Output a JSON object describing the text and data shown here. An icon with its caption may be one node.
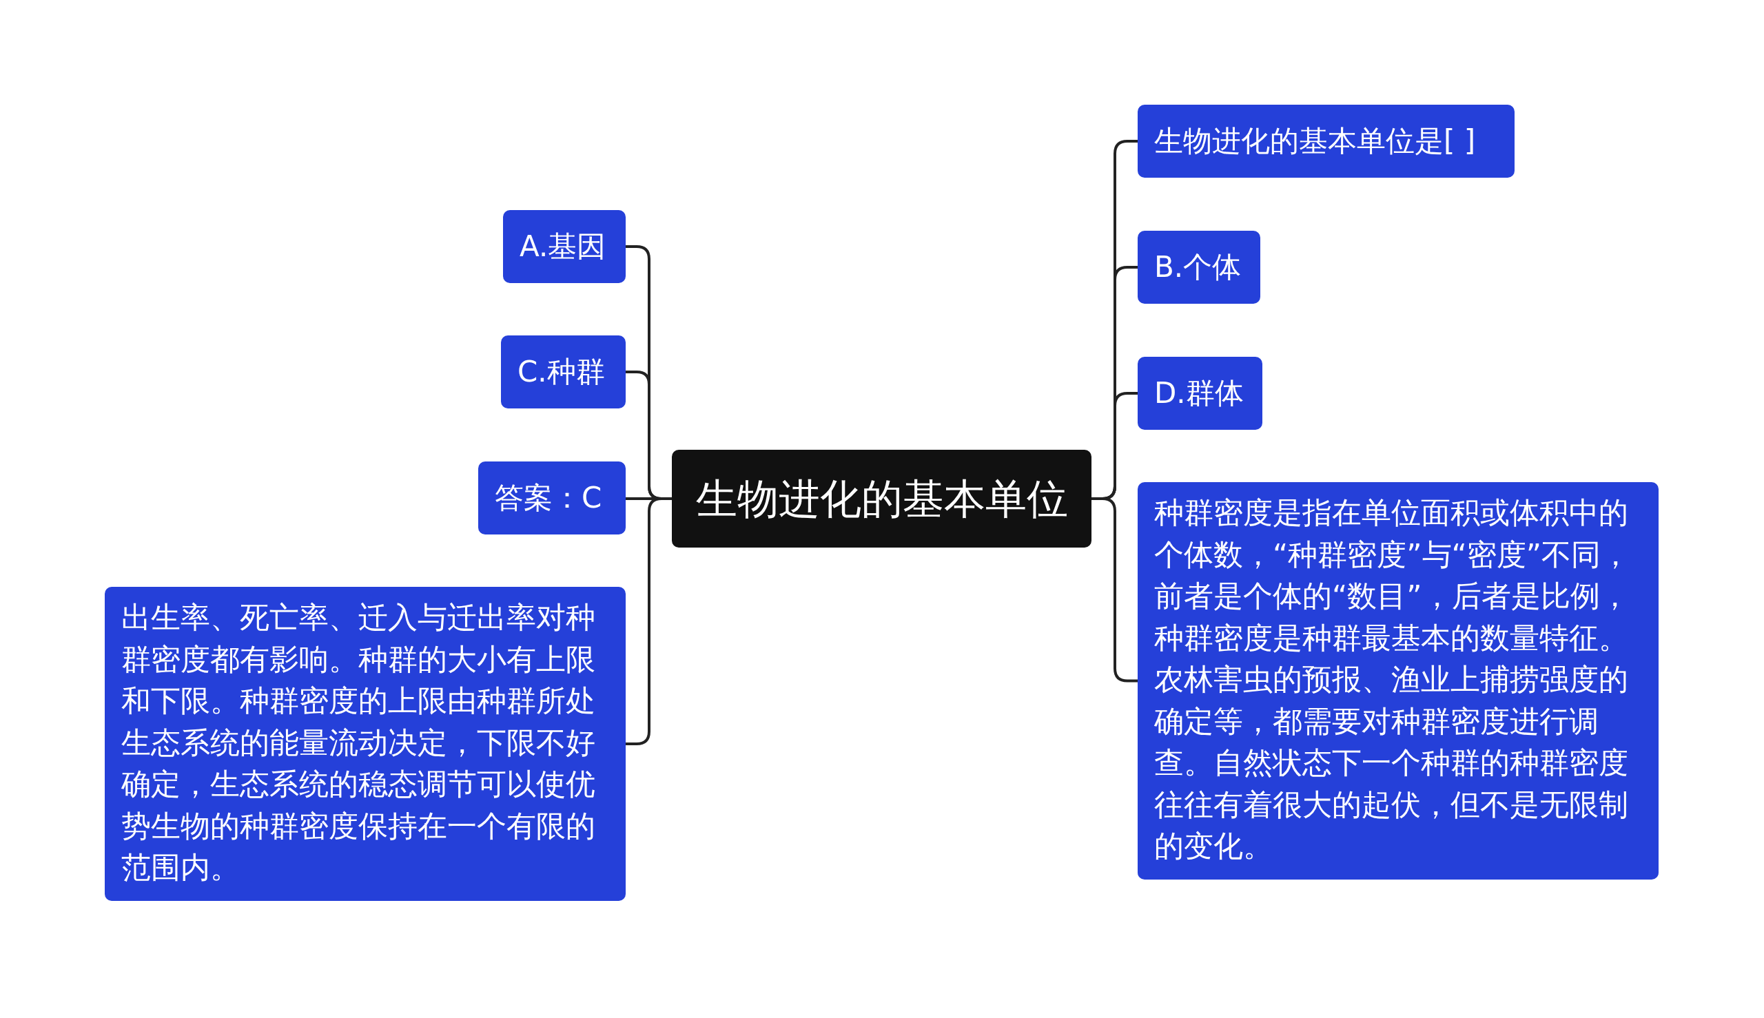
{
  "diagram": {
    "nodes": [
      {
        "text": [
          "生物进化的基本单位"
        ]
      },
      {
        "text": [
          "生物进化的基本单位是[ ]"
        ]
      },
      {
        "text": [
          "B.个体"
        ]
      },
      {
        "text": [
          "D.群体"
        ]
      },
      {
        "text": [
          "种群密度是指在单位面积或体积中的个体数，“种群密度”与“密度”不同，前者是个体的“数目”，后者是比例，种群密度是种群最基本的数量特征。农林害虫的预报、渔业上捕捞强度的确定等，都需要对种群密度进行调查。自然状态下一个种群的种群密度往往有着很大的起伏，但不是无限制的变化。"
        ]
      },
      {
        "text": [
          "A.基因"
        ]
      },
      {
        "text": [
          "C.种群"
        ]
      },
      {
        "text": [
          "答案：C"
        ]
      },
      {
        "text": [
          "出生率、死亡率、迁入与迁出率对种群密度都有影响。种群的大小有上限和下限。种群密度的上限由种群所处生态系统的能量流动决定，下限不好确定，生态系统的稳态调节可以使优势生物的种群密度保持在一个有限的范围内。"
        ]
      }
    ],
    "edges": [
      {
        "from": 0,
        "to": 1,
        "arrow": "none"
      },
      {
        "from": 0,
        "to": 2,
        "arrow": "none"
      },
      {
        "from": 0,
        "to": 3,
        "arrow": "none"
      },
      {
        "from": 0,
        "to": 4,
        "arrow": "none"
      },
      {
        "from": 0,
        "to": 5,
        "arrow": "none"
      },
      {
        "from": 0,
        "to": 6,
        "arrow": "none"
      },
      {
        "from": 0,
        "to": 7,
        "arrow": "none"
      },
      {
        "from": 0,
        "to": 8,
        "arrow": "none"
      }
    ]
  }
}
